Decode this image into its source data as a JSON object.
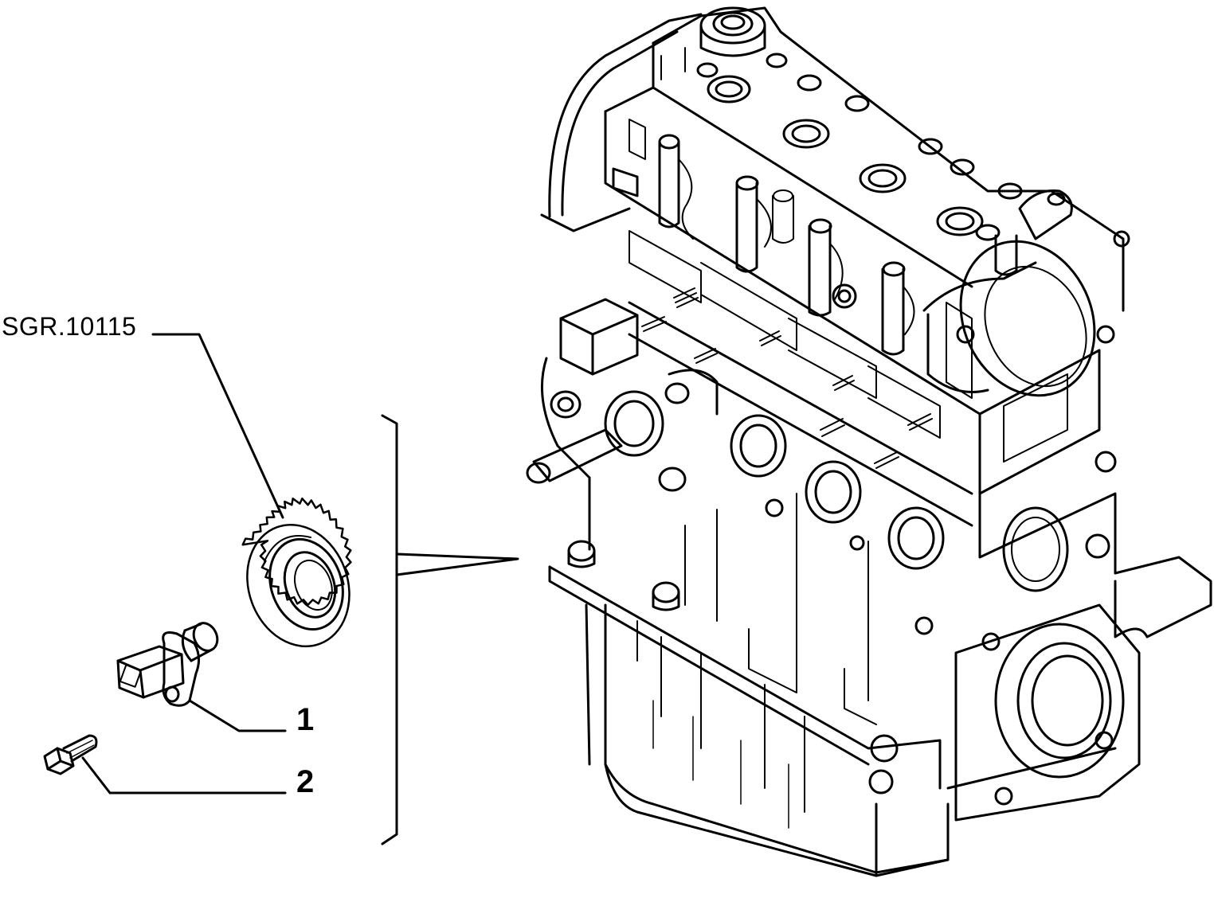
{
  "diagram": {
    "reference_code": "SGR.10115",
    "callouts": [
      {
        "number": "1",
        "part": "sensor"
      },
      {
        "number": "2",
        "part": "bolt"
      }
    ]
  },
  "colors": {
    "line": "#000000",
    "background": "#ffffff"
  }
}
